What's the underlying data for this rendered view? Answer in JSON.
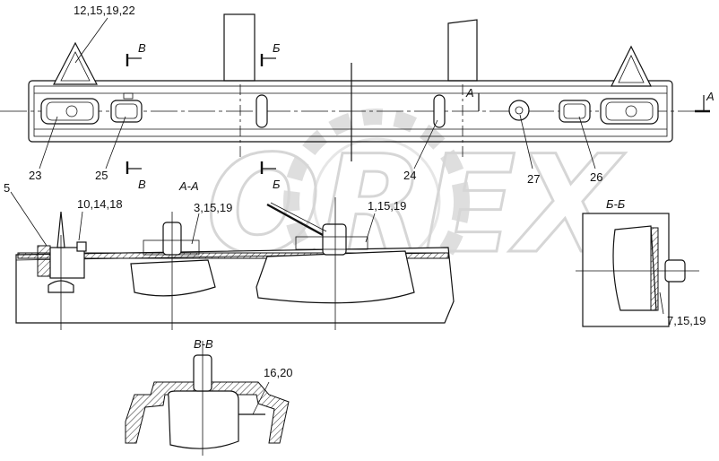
{
  "watermark": "OREX",
  "callouts": {
    "top_left": "12,15,19,22",
    "c23": "23",
    "c25": "25",
    "c24": "24",
    "c27": "27",
    "c26": "26",
    "c5": "5",
    "c10": "10,14,18",
    "c3": "3,15,19",
    "c1": "1,15,19",
    "c7": "7,15,19",
    "c16": "16,20"
  },
  "section_marks": {
    "v_top": "В",
    "v_bottom": "В",
    "b_top": "Б",
    "b_bottom": "Б",
    "a_right_top": "А",
    "a_right_end": "А"
  },
  "section_titles": {
    "aa": "А-А",
    "bb": "Б-Б",
    "vv": "В-В"
  },
  "colors": {
    "line": "#111111",
    "watermark": "#d6d6d6",
    "background": "#ffffff"
  }
}
